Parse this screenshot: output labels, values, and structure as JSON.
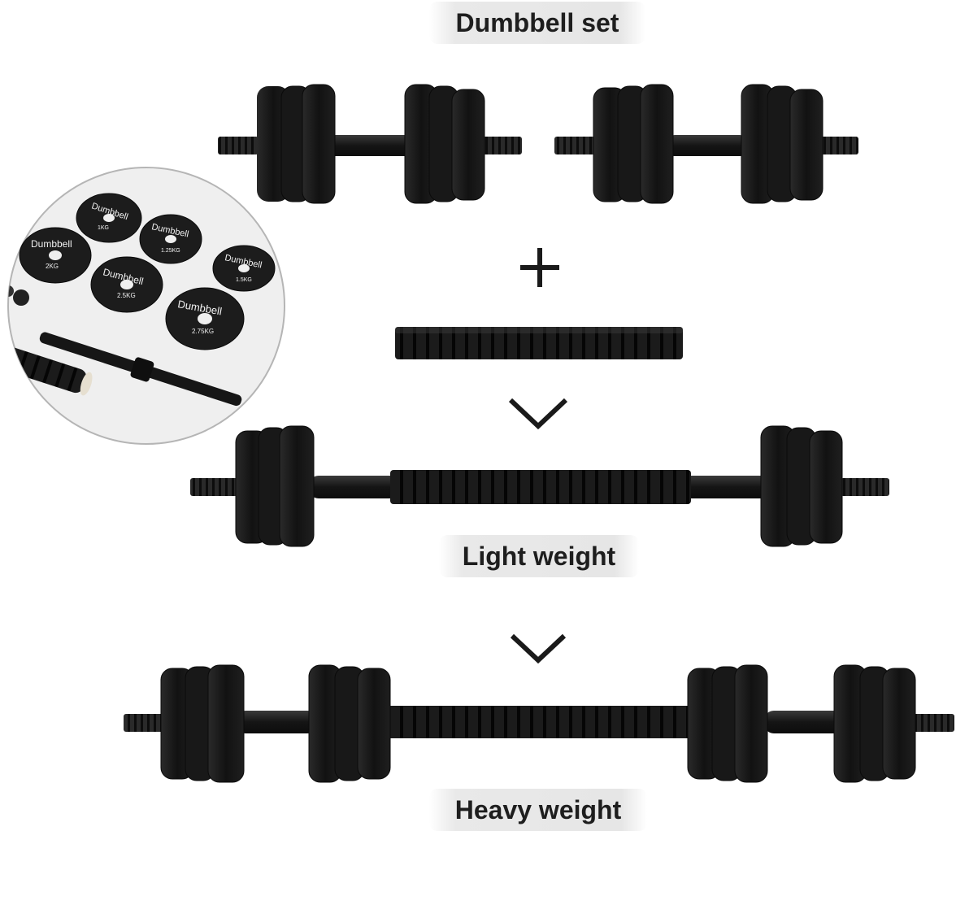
{
  "labels": {
    "dumbbell_set": "Dumbbell set",
    "light_weight": "Light weight",
    "heavy_weight": "Heavy weight"
  },
  "inset": {
    "plates": [
      {
        "brand": "Dumbbell",
        "weight": "1KG"
      },
      {
        "brand": "Dumbbell",
        "weight": "2KG"
      },
      {
        "brand": "Dumbbell",
        "weight": "1.25KG"
      },
      {
        "brand": "Dumbbell",
        "weight": "2.5KG"
      },
      {
        "brand": "Dumbbell",
        "weight": "1.5KG"
      },
      {
        "brand": "Dumbbell",
        "weight": "2.75KG"
      }
    ]
  },
  "symbols": {
    "plus": "plus-icon",
    "arrow": "chevron-down-icon"
  },
  "colors": {
    "plate": "#161616",
    "bar": "#1c1c1c",
    "label_bg": "#e6e6e6",
    "text": "#1e1e1e"
  }
}
